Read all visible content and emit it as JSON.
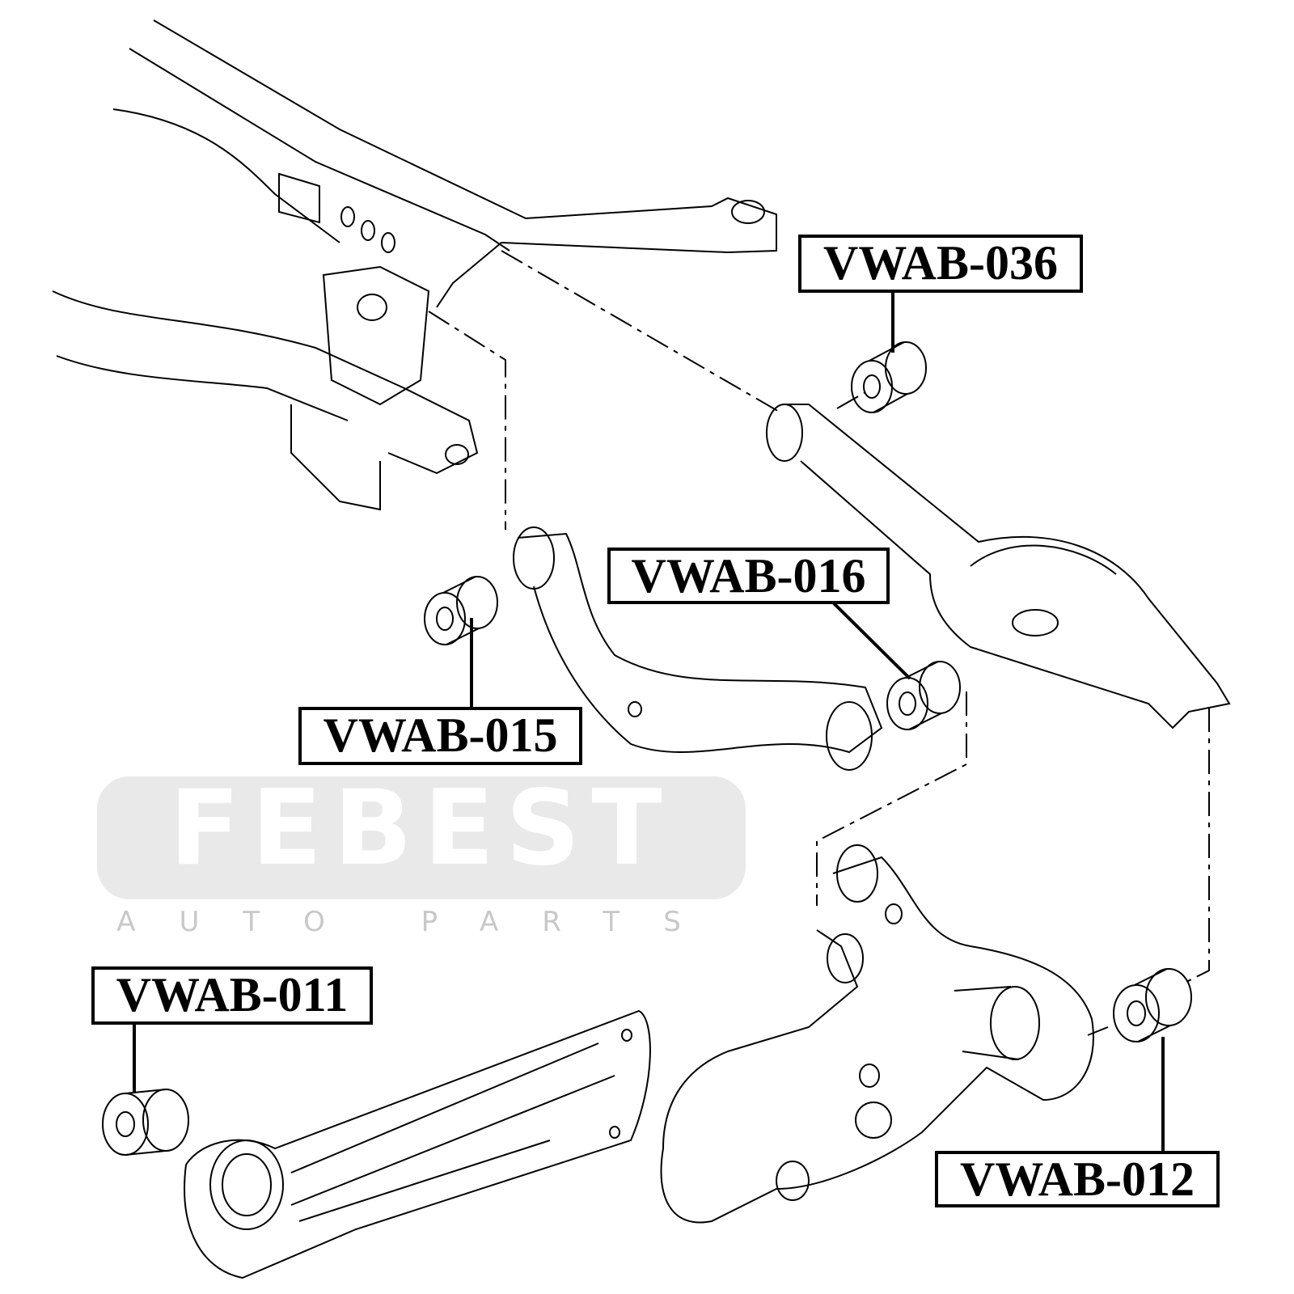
{
  "watermark": {
    "brand": "FEBEST",
    "tagline": "AUTO PARTS"
  },
  "labels": {
    "vwab_036": "VWAB-036",
    "vwab_016": "VWAB-016",
    "vwab_015": "VWAB-015",
    "vwab_011": "VWAB-011",
    "vwab_012": "VWAB-012"
  },
  "colors": {
    "line": "#000000",
    "watermark": "#e9e9e9"
  }
}
